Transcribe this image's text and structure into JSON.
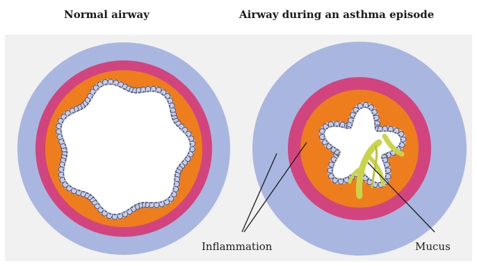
{
  "titles": {
    "left": "Normal airway",
    "right": "Airway during an asthma episode"
  },
  "labels": {
    "inflammation": "Inflammation",
    "mucus": "Mucus"
  },
  "colors": {
    "background_panel": "#f1f1f1",
    "outer_wall": "#a9b7e0",
    "muscle_band": "#d2447e",
    "inner_tissue": "#ee7d1e",
    "epithelium_cells": "#c6cde8",
    "cell_outline": "#4a4f6e",
    "lumen": "#ffffff",
    "mucus": "#c9d44a"
  }
}
